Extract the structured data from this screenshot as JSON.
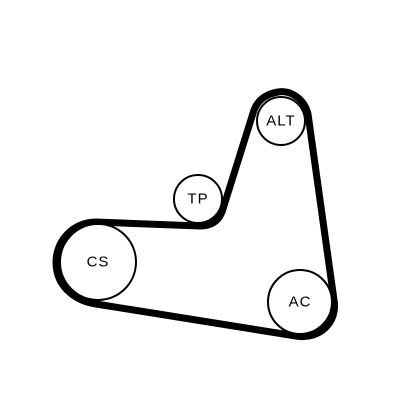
{
  "diagram": {
    "pulleys": {
      "alt": {
        "label": "ALT"
      },
      "tp": {
        "label": "TP"
      },
      "cs": {
        "label": "CS"
      },
      "ac": {
        "label": "AC"
      }
    }
  }
}
